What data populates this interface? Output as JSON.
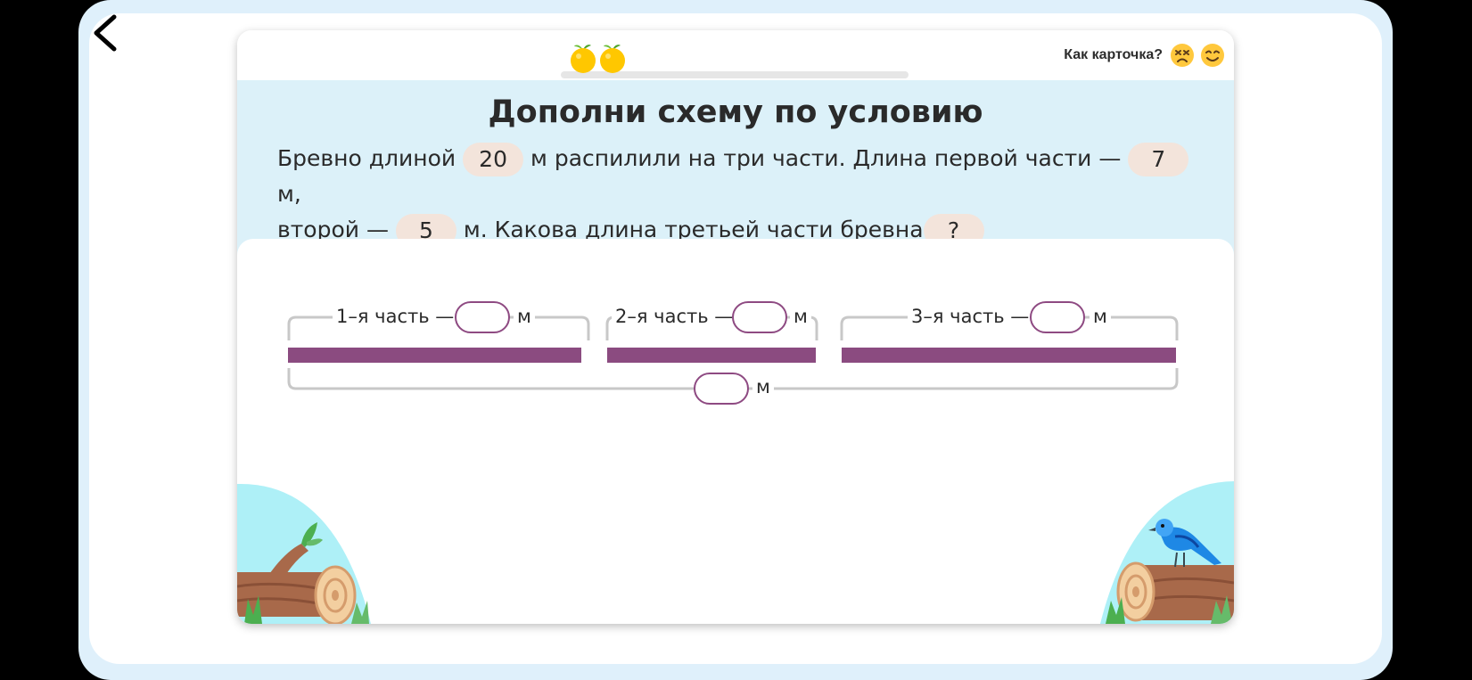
{
  "nav": {
    "back_icon": "chevron-left-icon"
  },
  "header": {
    "rate_label": "Как карточка?",
    "emoji_bad": "dizzy-face-icon",
    "emoji_good": "smile-face-icon",
    "fruit_icon": "orange-icon",
    "fruit_count": 2
  },
  "task": {
    "title": "Дополни схему по условию",
    "text1": "Бревно длиной",
    "n_total": "20",
    "text2": "м распилили на три части. Длина первой части —",
    "n_first": "7",
    "text3": "м,",
    "text4": "второй —",
    "n_second": "5",
    "text5": "м. Какова длина третьей части бревна",
    "n_unknown": "?"
  },
  "scheme": {
    "part1_label": "1–я часть —",
    "part2_label": "2–я часть —",
    "part3_label": "3–я часть —",
    "unit": "м",
    "bar_color": "#8b4b80"
  }
}
